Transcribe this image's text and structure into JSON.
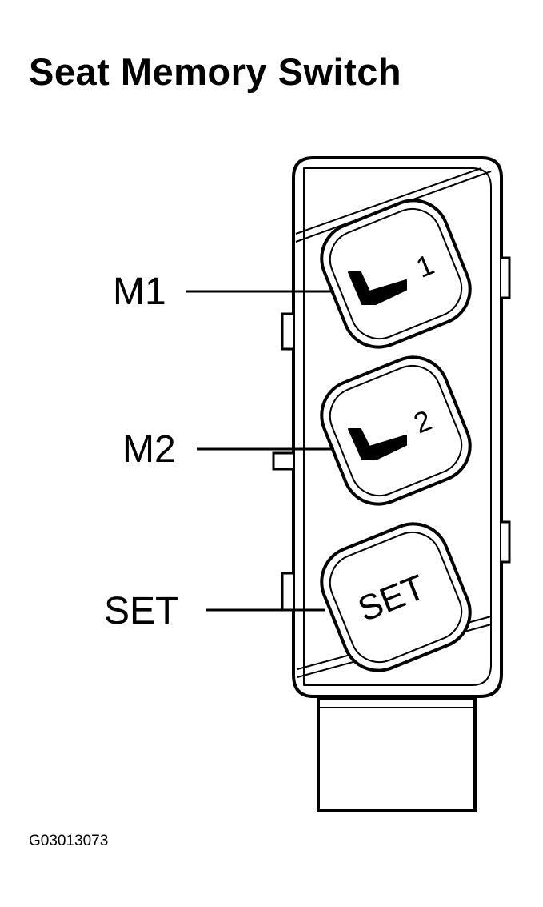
{
  "title": "Seat Memory Switch",
  "callouts": [
    {
      "label": "M1"
    },
    {
      "label": "M2"
    },
    {
      "label": "SET"
    }
  ],
  "buttons": [
    {
      "icon": "seat-icon",
      "number": "1"
    },
    {
      "icon": "seat-icon",
      "number": "2"
    },
    {
      "text": "SET"
    }
  ],
  "figure_id": "G03013073",
  "colors": {
    "line": "#000000",
    "background": "#ffffff"
  }
}
